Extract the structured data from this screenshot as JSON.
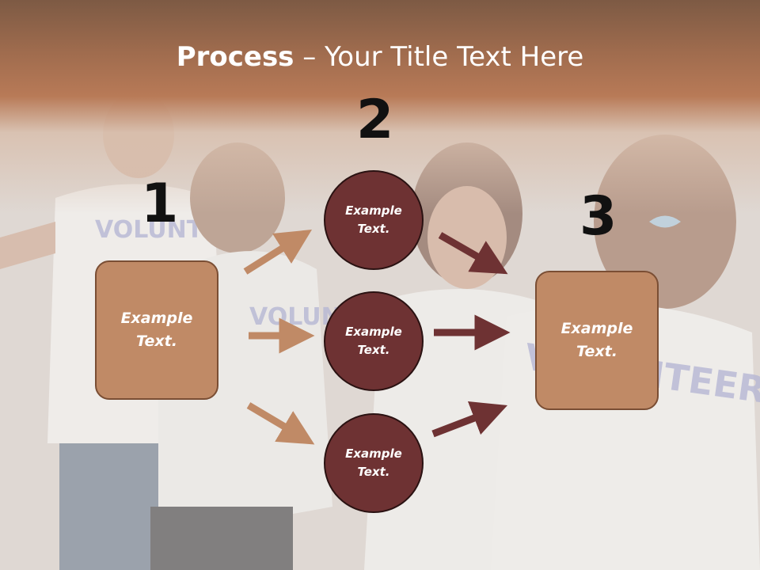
{
  "slide": {
    "title_bold": "Process",
    "title_rest": " – Your Title Text Here",
    "steps": [
      {
        "number": "1",
        "text": "Example\nText."
      },
      {
        "number": "2",
        "text": "Example\nText."
      },
      {
        "number": "3",
        "text": "Example\nText."
      }
    ],
    "circles": [
      {
        "text": "Example\nText."
      },
      {
        "text": "Example\nText."
      },
      {
        "text": "Example\nText."
      }
    ],
    "colors": {
      "box_fill": "#c08a66",
      "circle_fill": "#6e3233",
      "arrow_light": "#c08a66",
      "arrow_dark": "#6e3233",
      "header": "#b87a57"
    }
  }
}
